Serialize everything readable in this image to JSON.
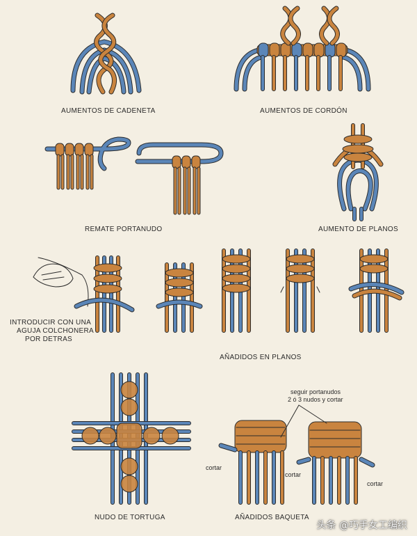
{
  "captions": {
    "aumentos_cadeneta": "AUMENTOS DE CADENETA",
    "aumentos_cordon": "AUMENTOS DE CORDÓN",
    "remate_portanudo": "REMATE PORTANUDO",
    "aumento_planos": "AUMENTO DE PLANOS",
    "introducir_line1": "INTRODUCIR CON UNA",
    "introducir_line2": "AGUJA COLCHONERA",
    "introducir_line3": "POR DETRAS",
    "anadidos_planos": "AÑADIDOS EN PLANOS",
    "nudo_tortuga": "NUDO DE TORTUGA",
    "anadidos_baqueta": "AÑADIDOS BAQUETA"
  },
  "notes": {
    "seguir_line1": "seguir portanudos",
    "seguir_line2": "2 ó 3 nudos y cortar",
    "cortar": "cortar"
  },
  "watermark": "头条 @巧手女工编织",
  "colors": {
    "background": "#f4efe3",
    "cord_orange": "#c9843f",
    "cord_blue": "#5b86b8",
    "outline": "#2b2b2b"
  }
}
